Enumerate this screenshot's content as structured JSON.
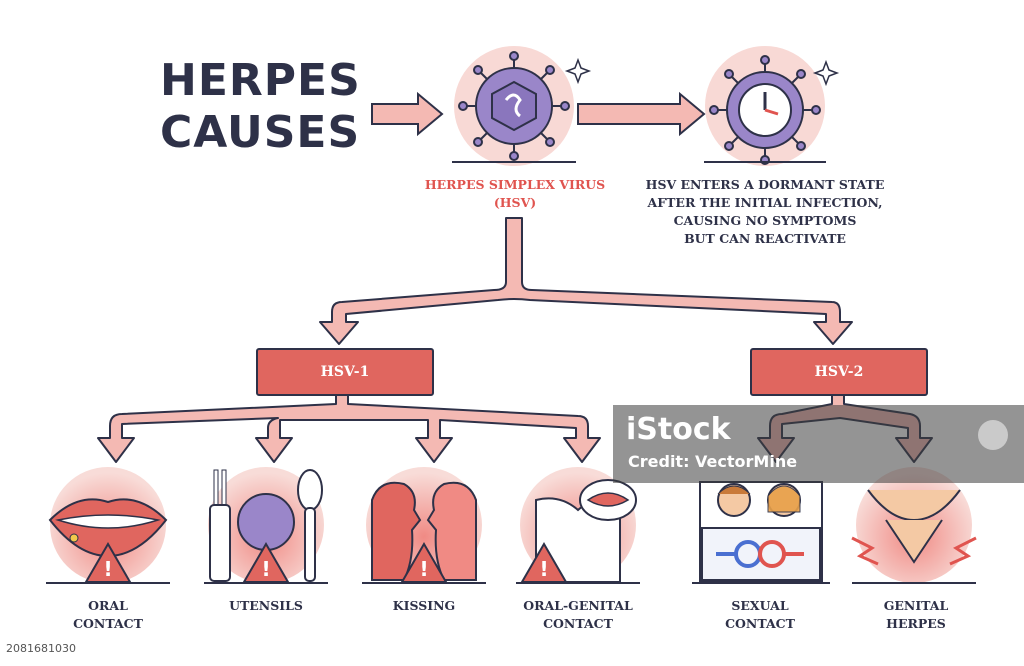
{
  "title": {
    "line1": "HERPES",
    "line2": "CAUSES"
  },
  "hsv_label": {
    "line1": "HERPES SIMPLEX VIRUS",
    "line2": "(HSV)"
  },
  "dormant_label": {
    "line1": "HSV ENTERS  A DORMANT STATE",
    "line2": "AFTER  THE INITIAL INFECTION,",
    "line3": "CAUSING NO SYMPTOMS",
    "line4": "BUT CAN REACTIVATE"
  },
  "types": {
    "hsv1": "HSV-1",
    "hsv2": "HSV-2"
  },
  "causes": [
    {
      "line1": "ORAL",
      "line2": "CONTACT"
    },
    {
      "line1": "UTENSILS",
      "line2": ""
    },
    {
      "line1": "KISSING",
      "line2": ""
    },
    {
      "line1": "ORAL-GENITAL",
      "line2": "CONTACT"
    },
    {
      "line1": "SEXUAL",
      "line2": "CONTACT"
    },
    {
      "line1": "GENITAL",
      "line2": "HERPES"
    }
  ],
  "watermark": {
    "logo": "iStock",
    "credit": "Credit: VectorMine"
  },
  "stock_id": "2081681030",
  "colors": {
    "accent": "#e0665f",
    "outline": "#2e3148",
    "pink": "#f6d3cf",
    "purple": "#9a86c9"
  }
}
